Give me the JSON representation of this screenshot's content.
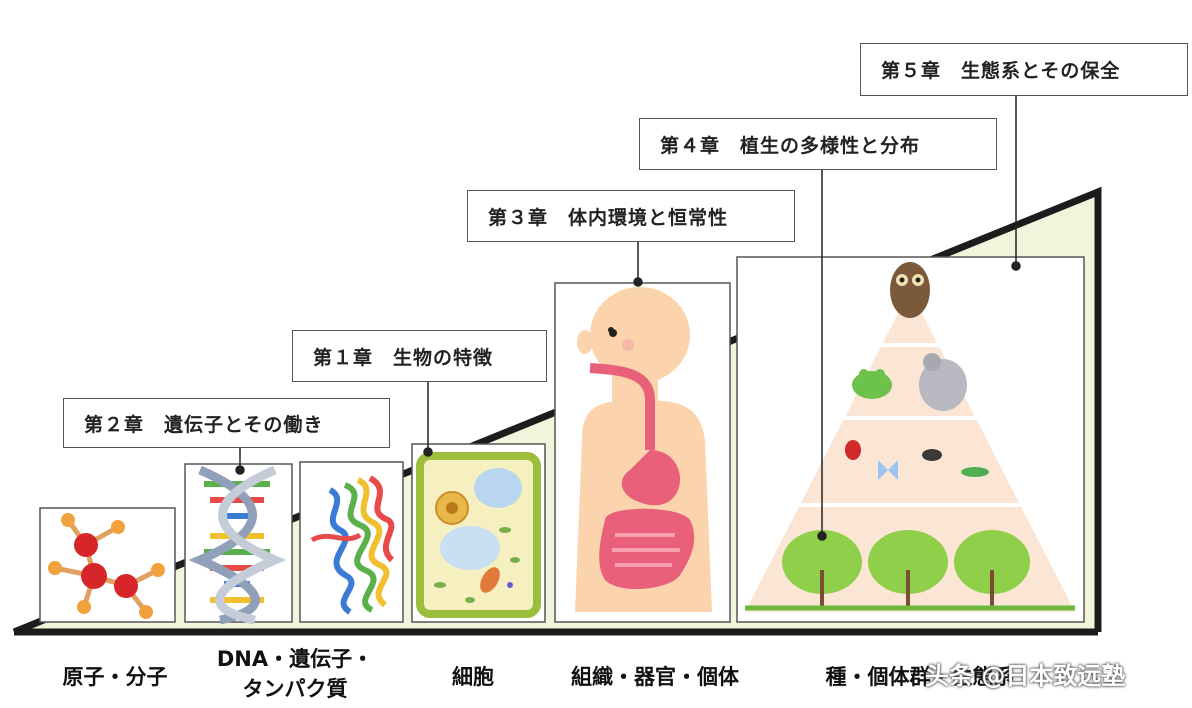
{
  "chapters": [
    {
      "label": "第５章　生態系とその保全"
    },
    {
      "label": "第４章　植生の多様性と分布"
    },
    {
      "label": "第３章　体内環境と恒常性"
    },
    {
      "label": "第１章　生物の特徴"
    },
    {
      "label": "第２章　遺伝子とその働き"
    }
  ],
  "levels": [
    {
      "label": "原子・分子"
    },
    {
      "line1": "DNA・遺伝子・",
      "line2": "タンパク質"
    },
    {
      "label": "細胞"
    },
    {
      "label": "組織・器官・個体"
    },
    {
      "label": "種・個体群・生態系"
    }
  ],
  "watermark": "头条 @日本致远塾",
  "colors": {
    "slope": "#f2f5dc",
    "frame": "#1c1c1c",
    "box_border": "#555555",
    "cell_wall": "#9bbf3c",
    "skin": "#fbd3ad",
    "organ": "#e8607a",
    "tree": "#8fcf4a"
  }
}
